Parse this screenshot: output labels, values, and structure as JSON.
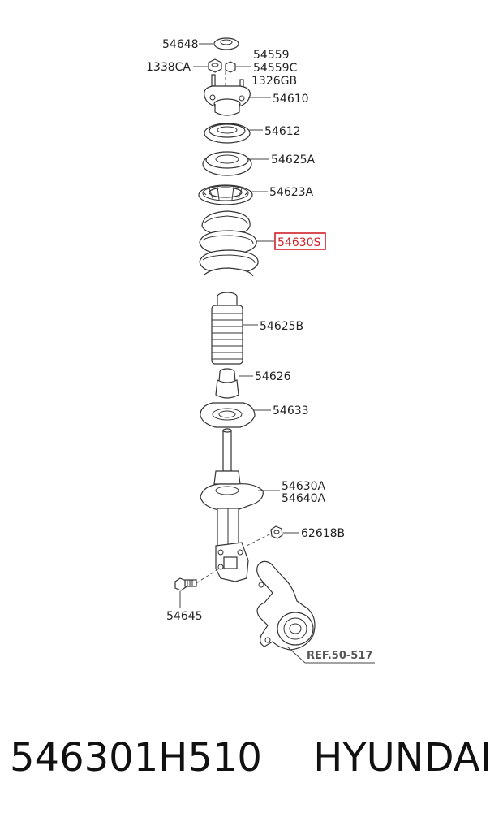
{
  "labels": {
    "p54648": "54648",
    "p54559": "54559",
    "p54559C": "54559C",
    "p1338CA": "1338CA",
    "p1326GB": "1326GB",
    "p54610": "54610",
    "p54612": "54612",
    "p54625A": "54625A",
    "p54623A": "54623A",
    "p54630S": "54630S",
    "p54625B": "54625B",
    "p54626": "54626",
    "p54633": "54633",
    "p54630A": "54630A",
    "p54640A": "54640A",
    "p62618B": "62618B",
    "p54645": "54645",
    "ref": "REF.50-517"
  },
  "highlight_color": "#d0202a",
  "footer": {
    "part_number": "546301H510",
    "brand": "HYUNDAI"
  }
}
